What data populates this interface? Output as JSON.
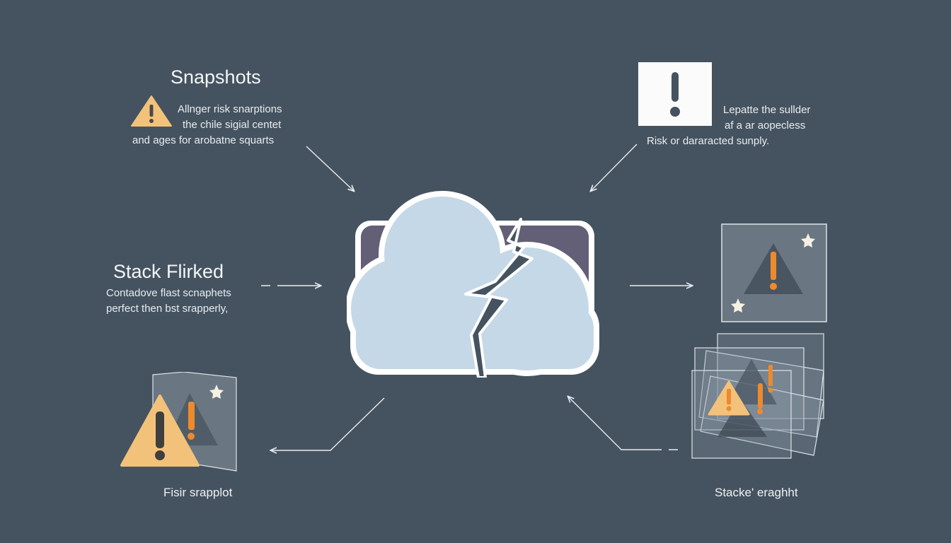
{
  "colors": {
    "background": "#455360",
    "cloud": "#c5d8e7",
    "cloud_outline": "#ffffff",
    "folder_back": "#625f76",
    "warning_yellow": "#f3c27a",
    "warning_orange": "#ee8a2c",
    "panel_glass": "#8996a1",
    "star": "#f7f1e3"
  },
  "top_left": {
    "title": "Snapshots",
    "lines": [
      "Allnger risk snarptions",
      "the chile sigial centet",
      "and ages for arobatne squarts"
    ],
    "icon": "warning-triangle-icon"
  },
  "top_right": {
    "lines": [
      "Lepatte the sullder",
      "af a ar aopecless",
      "Risk or dararacted sunply."
    ],
    "icon": "exclamation-card-icon"
  },
  "mid_left": {
    "title": "Stack Flirked",
    "lines": [
      "Contadove flast scnaphets",
      "perfect then bst srapperly,"
    ]
  },
  "bottom_left": {
    "caption": "Fisir srapplot",
    "icon": "warning-panel-icon"
  },
  "bottom_right": {
    "caption": "Stacke' eraghht",
    "icon": "stacked-warning-panels-icon"
  },
  "center": {
    "icon": "broken-cloud-folder-icon"
  }
}
